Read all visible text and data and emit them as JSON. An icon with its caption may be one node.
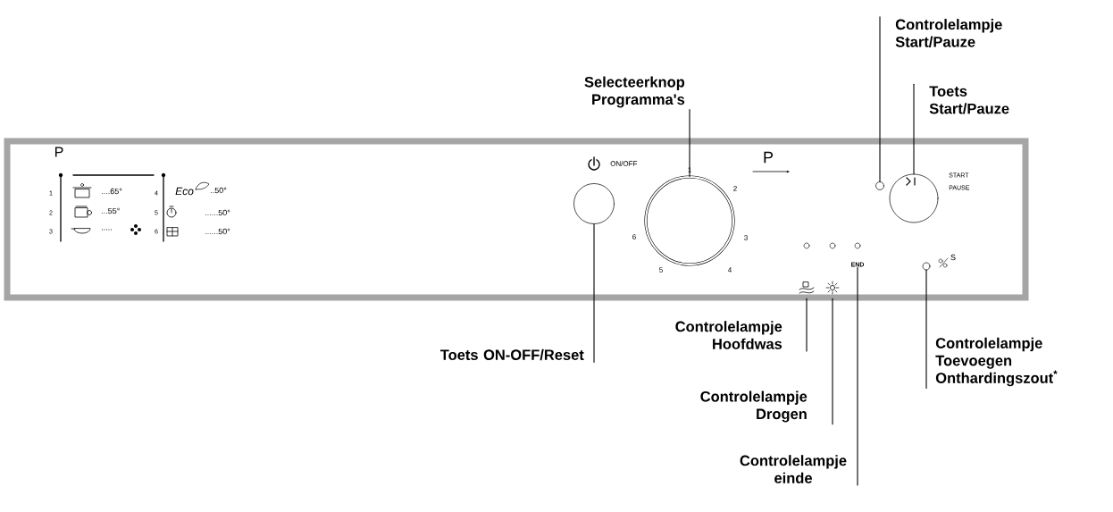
{
  "diagram": {
    "nodes": [
      {
        "text": [
          "Controlelampje Start/Pauze"
        ]
      },
      {
        "text": [
          "Toets Start/Pauze"
        ]
      },
      {
        "text": [
          "Selecteerknop Programma's"
        ]
      },
      {
        "text": [
          "Toets ON-OFF/Reset"
        ]
      },
      {
        "text": [
          "Controlelampje Hoofdwas"
        ]
      },
      {
        "text": [
          "Controlelampje Drogen"
        ]
      },
      {
        "text": [
          "Controlelampje einde"
        ]
      },
      {
        "text": [
          "Controlelampje Toevoegen Onthardingszout$^{*}$"
        ]
      },
      {
        "text": [],
        "shape": "circle"
      },
      {
        "text": [],
        "shape": "circle"
      },
      {
        "text": [],
        "shape": "circle"
      },
      {
        "text": [],
        "shape": "circle"
      },
      {
        "text": [],
        "shape": "icon"
      },
      {
        "text": [],
        "shape": "icon"
      },
      {
        "text": [
          "END"
        ]
      },
      {
        "text": [],
        "shape": "circle"
      }
    ],
    "edges": [
      {
        "from": 0,
        "to": 8,
        "arrow": "none"
      },
      {
        "from": 1,
        "to": 9,
        "arrow": "none"
      },
      {
        "from": 2,
        "to": 10,
        "arrow": "none"
      },
      {
        "from": 3,
        "to": 11,
        "arrow": "none"
      },
      {
        "from": 4,
        "to": 12,
        "arrow": "none"
      },
      {
        "from": 5,
        "to": 13,
        "arrow": "none"
      },
      {
        "from": 6,
        "to": 14,
        "arrow": "none"
      },
      {
        "from": 7,
        "to": 15,
        "arrow": "none"
      }
    ],
    "labels": [
      "P",
      "1",
      "....65°",
      "4",
      "Eco",
      "..50°",
      "2",
      "...55°",
      "5",
      "......50°",
      "3",
      ".....",
      "6",
      "......50°",
      "ON/OFF",
      "1",
      "2",
      "6",
      "3",
      "5",
      "4",
      "P",
      "START",
      "PAUSE",
      "S"
    ]
  }
}
